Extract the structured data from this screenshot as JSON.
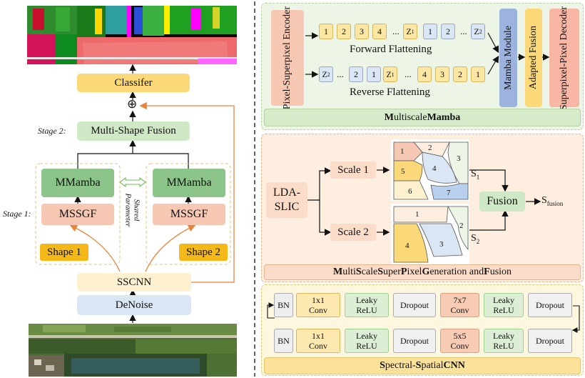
{
  "left": {
    "classifier": "Classifer",
    "plus": "⊕",
    "stage2": "Stage 2:",
    "fusion": "Multi-Shape Fusion",
    "stage1": "Stage 1:",
    "mmamba_left": "MMamba",
    "mmamba_right": "MMamba",
    "mssgf_left": "MSSGF",
    "mssgf_right": "MSSGF",
    "shape1": "Shape 1",
    "shape2": "Shape 2",
    "shared_line1": "Shared",
    "shared_line2": "Parameter",
    "sscnn": "SSCNN",
    "denoise": "DeNoise"
  },
  "mamba": {
    "encoder": "Pixel-Superpixel Encoder",
    "forward_tokens": [
      "1",
      "2",
      "3",
      "4",
      "...",
      "Z1",
      "1",
      "2",
      "...",
      "Z2"
    ],
    "forward_label": "Forward Flattening",
    "reverse_tokens": [
      "Z2",
      "...",
      "2",
      "1",
      "Z1",
      "...",
      "4",
      "3",
      "2",
      "1"
    ],
    "reverse_label": "Reverse Flattening",
    "module": "Mamba Module",
    "adapted": "Adapted Fusion",
    "decoder": "Superpixel-Pixel Decoder",
    "title_m1": "M",
    "title_rest1": "ultiscale ",
    "title_m2": "Mamba"
  },
  "slic": {
    "lda_line1": "LDA-",
    "lda_line2": "SLIC",
    "scale1": "Scale 1",
    "scale2": "Scale 2",
    "s1": "S1",
    "s2": "S2",
    "fusion": "Fusion",
    "sfusion_main": "S",
    "sfusion_sub": "fusion",
    "regions1": [
      "1",
      "2",
      "3",
      "4",
      "5",
      "6",
      "7"
    ],
    "regions2": [
      "1",
      "2",
      "3",
      "4"
    ],
    "title_parts": [
      {
        "t": "M",
        "b": true
      },
      {
        "t": "ulti",
        "b": false
      },
      {
        "t": "S",
        "b": true
      },
      {
        "t": "cale ",
        "b": false
      },
      {
        "t": "S",
        "b": true
      },
      {
        "t": "uper",
        "b": false
      },
      {
        "t": "P",
        "b": true
      },
      {
        "t": "ixel ",
        "b": false
      },
      {
        "t": "G",
        "b": true
      },
      {
        "t": "eneration and ",
        "b": false
      },
      {
        "t": "F",
        "b": true
      },
      {
        "t": "usion",
        "b": false
      }
    ]
  },
  "cnn": {
    "row1": [
      {
        "text": "BN",
        "kind": "bn"
      },
      {
        "text": "1x1\nConv",
        "kind": "conv1"
      },
      {
        "text": "Leaky\nReLU",
        "kind": "relu"
      },
      {
        "text": "Dropout",
        "kind": "drop"
      },
      {
        "text": "7x7\nConv",
        "kind": "conv7"
      },
      {
        "text": "Leaky\nReLU",
        "kind": "relu"
      },
      {
        "text": "Dropout",
        "kind": "drop"
      }
    ],
    "row2": [
      {
        "text": "BN",
        "kind": "bn"
      },
      {
        "text": "1x1\nConv",
        "kind": "conv1"
      },
      {
        "text": "Leaky\nReLU",
        "kind": "relu"
      },
      {
        "text": "Dropout",
        "kind": "drop"
      },
      {
        "text": "5x5\nConv",
        "kind": "conv7"
      },
      {
        "text": "Leaky\nReLU",
        "kind": "relu"
      },
      {
        "text": "Dropout",
        "kind": "drop"
      }
    ],
    "title_s1": "S",
    "title_r1": "pectral-",
    "title_s2": "S",
    "title_r2": "patial ",
    "title_cnn": "CNN"
  },
  "colors": {
    "orange_arrow": "#e8843a",
    "yellow_box": "#fbd978",
    "green_box": "#8cc48a",
    "salmon_box": "#f6c8b4",
    "panel_green": "#edf6e6",
    "panel_peach": "#fdeee0",
    "panel_yellow": "#fdf7e0",
    "cream": "#fdf1cf",
    "blue_light": "#dbe6f4",
    "mamba_blue": "#9db3dd"
  }
}
